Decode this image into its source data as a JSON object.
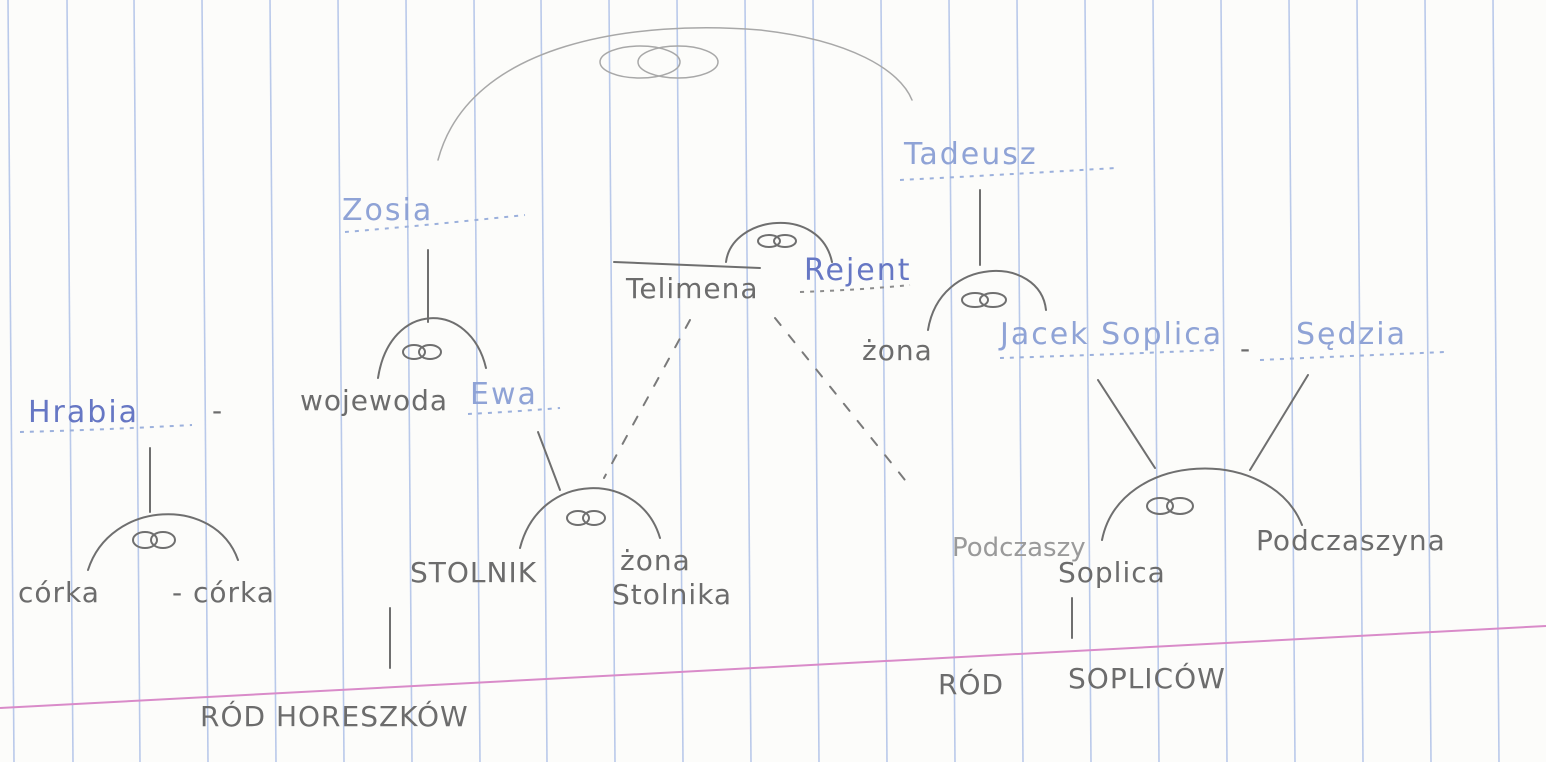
{
  "diagram": {
    "people": {
      "zosia": "Zosia",
      "tadeusz": "Tadeusz",
      "telimena": "Telimena",
      "rejent": "Rejent",
      "zona": "żona",
      "jacek": "Jacek Soplica",
      "sedzia": "Sędzia",
      "hrabia": "Hrabia",
      "wojewoda": "wojewoda",
      "ewa": "Ewa",
      "corka_a": "córka",
      "corka_b": "- córka",
      "stolnik": "STOLNIK",
      "zona_stolnika_1": "żona",
      "zona_stolnika_2": "Stolnika",
      "podczaszy_1": "Podczaszy",
      "podczaszy_2": "Soplica",
      "podczaszyna": "Podczaszyna",
      "dash": "-"
    },
    "clans": {
      "horeszko": "RÓD HORESZKÓW",
      "soplica_1": "RÓD",
      "soplica_2": "SOPLICÓW"
    },
    "colors": {
      "blue_ink": "#8fa3d6",
      "pencil": "#6f6f6f",
      "ruling": "#b9c9ea",
      "margin": "#d98bc9"
    },
    "icons": [
      "marriage-rings-icon"
    ]
  }
}
